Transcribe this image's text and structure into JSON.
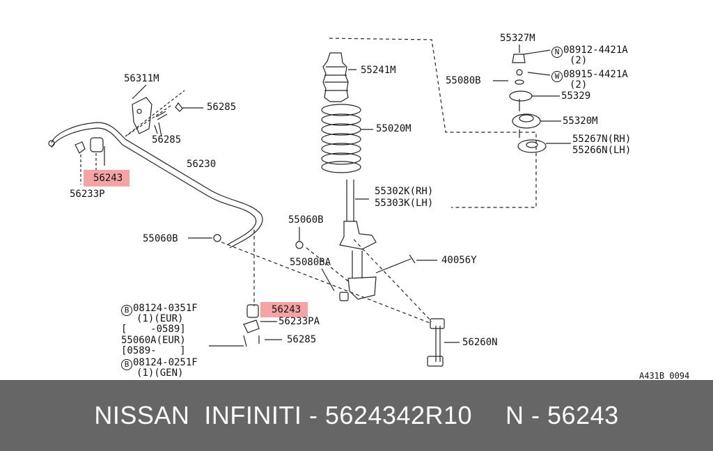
{
  "diagram": {
    "highlight_color": "#f39a9a",
    "labels": {
      "p56311M": "56311M",
      "p56285_a": "56285",
      "p56285_b": "56285",
      "p56243_a": "56243",
      "p56233P": "56233P",
      "p56230": "56230",
      "p55060B_left": "55060B",
      "p55241M": "55241M",
      "p55020M": "55020M",
      "p55302K": "55302K(RH)",
      "p55303K": "55303K(LH)",
      "p55060B_mid": "55060B",
      "p55080BA": "55080BA",
      "p40056Y": "40056Y",
      "p56243_b": "56243",
      "p56233PA": "56233PA",
      "p56285_c": "56285",
      "p56260N": "56260N",
      "p55327M": "55327M",
      "p55080B": "55080B",
      "p08912_sym": "N",
      "p08912": "08912-4421A",
      "p08912_q": "(2)",
      "p08915_sym": "W",
      "p08915": "08915-4421A",
      "p08915_q": "(2)",
      "p55329": "55329",
      "p55320M": "55320M",
      "p55267N": "55267N(RH)",
      "p55266N": "55266N(LH)",
      "b1_sym": "B",
      "b1_code": "08124-0351F",
      "b1_q": "(1)(EUR)",
      "b1_range": "[    -0589]",
      "b2_code": "55060A(EUR)",
      "b2_range": "[0589-    ]",
      "b3_sym": "B",
      "b3_code": "08124-0251F",
      "b3_q": "(1)(GEN)",
      "ref": "A431B 0094"
    }
  },
  "footer": {
    "brand": "NISSAN  INFINITI - 5624342R10",
    "part": "N - 56243"
  }
}
